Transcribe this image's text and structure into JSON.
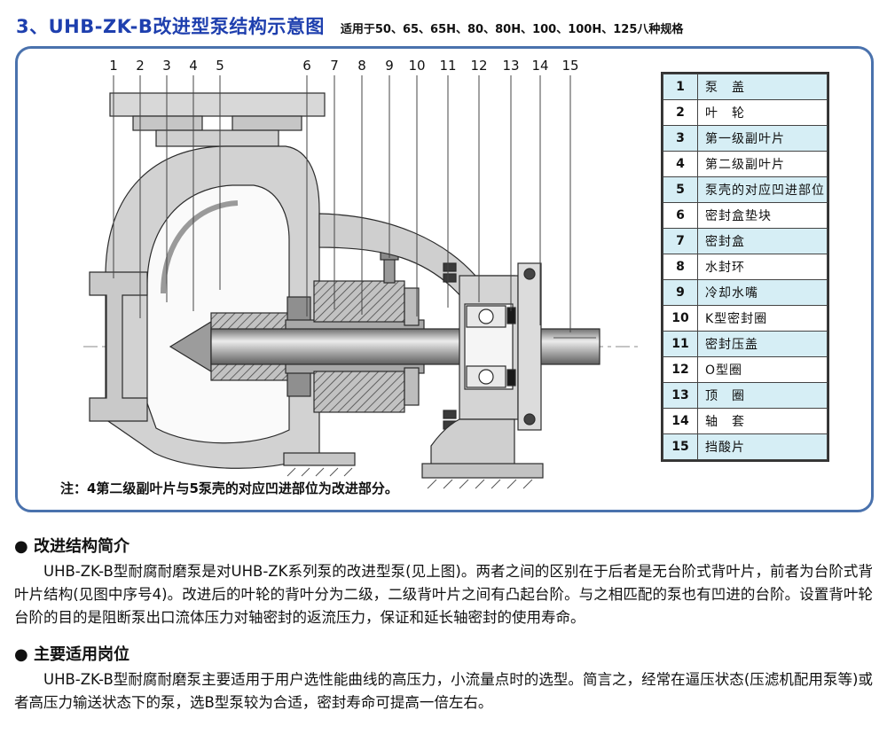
{
  "page": {
    "title": "3、UHB-ZK-B改进型泵结构示意图",
    "subtitle": "适用于50、65、65H、80、80H、100、100H、125八种规格",
    "title_color": "#1e3fae",
    "panel_border_color": "#4a72ad",
    "table_alt_row_color": "#d6eef5"
  },
  "diagram": {
    "callouts": [
      "1",
      "2",
      "3",
      "4",
      "5",
      "6",
      "7",
      "8",
      "9",
      "10",
      "11",
      "12",
      "13",
      "14",
      "15"
    ],
    "note": "注：4第二级副叶片与5泵壳的对应凹进部位为改进部分。",
    "table": {
      "rows": [
        {
          "num": "1",
          "name": "泵　盖"
        },
        {
          "num": "2",
          "name": "叶　轮"
        },
        {
          "num": "3",
          "name": "第一级副叶片"
        },
        {
          "num": "4",
          "name": "第二级副叶片"
        },
        {
          "num": "5",
          "name": "泵壳的对应凹进部位"
        },
        {
          "num": "6",
          "name": "密封盒垫块"
        },
        {
          "num": "7",
          "name": "密封盒"
        },
        {
          "num": "8",
          "name": "水封环"
        },
        {
          "num": "9",
          "name": "冷却水嘴"
        },
        {
          "num": "10",
          "name": "K型密封圈"
        },
        {
          "num": "11",
          "name": "密封压盖"
        },
        {
          "num": "12",
          "name": "O型圈"
        },
        {
          "num": "13",
          "name": "顶　圈"
        },
        {
          "num": "14",
          "name": "轴　套"
        },
        {
          "num": "15",
          "name": "挡酸片"
        }
      ]
    }
  },
  "sections": [
    {
      "heading": "● 改进结构简介",
      "body": "UHB-ZK-B型耐腐耐磨泵是对UHB-ZK系列泵的改进型泵(见上图)。两者之间的区别在于后者是无台阶式背叶片，前者为台阶式背叶片结构(见图中序号4)。改进后的叶轮的背叶分为二级，二级背叶片之间有凸起台阶。与之相匹配的泵也有凹进的台阶。设置背叶轮台阶的目的是阻断泵出口流体压力对轴密封的返流压力，保证和延长轴密封的使用寿命。"
    },
    {
      "heading": "● 主要适用岗位",
      "body": "UHB-ZK-B型耐腐耐磨泵主要适用于用户选性能曲线的高压力，小流量点时的选型。简言之，经常在逼压状态(压滤机配用泵等)或者高压力输送状态下的泵，选B型泵较为合适，密封寿命可提高一倍左右。"
    }
  ]
}
